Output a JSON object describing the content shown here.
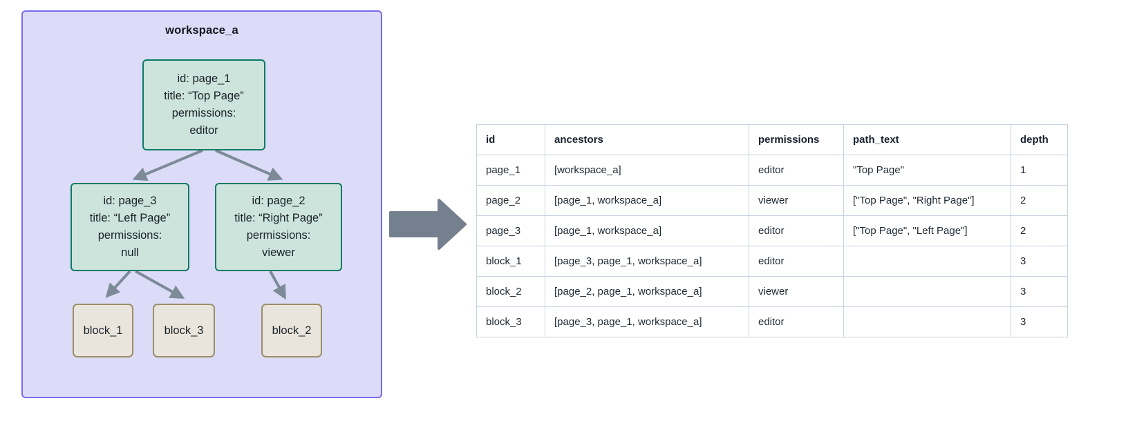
{
  "workspace": {
    "title": "workspace_a",
    "container_color": "#dcdcf8",
    "container_border_color": "#7b68ee",
    "page_node_fill": "#cde4dc",
    "page_node_border": "#0c7a62",
    "block_node_fill": "#e9e5dc",
    "block_node_border": "#9b8d68",
    "edge_color": "#7d8b99",
    "nodes": [
      {
        "key": "page_1",
        "type": "page",
        "lines": [
          "id: page_1",
          "title: “Top Page”",
          "permissions:",
          "editor"
        ]
      },
      {
        "key": "page_3",
        "type": "page",
        "lines": [
          "id: page_3",
          "title: “Left Page”",
          "permissions:",
          "null"
        ]
      },
      {
        "key": "page_2",
        "type": "page",
        "lines": [
          "id: page_2",
          "title: “Right Page”",
          "permissions:",
          "viewer"
        ]
      },
      {
        "key": "block_1",
        "type": "block",
        "lines": [
          "block_1"
        ]
      },
      {
        "key": "block_3",
        "type": "block",
        "lines": [
          "block_3"
        ]
      },
      {
        "key": "block_2",
        "type": "block",
        "lines": [
          "block_2"
        ]
      }
    ],
    "edges": [
      {
        "from": "page_1",
        "to": "page_3"
      },
      {
        "from": "page_1",
        "to": "page_2"
      },
      {
        "from": "page_3",
        "to": "block_1"
      },
      {
        "from": "page_3",
        "to": "block_3"
      },
      {
        "from": "page_2",
        "to": "block_2"
      }
    ]
  },
  "transition": {
    "arrow_color": "#74808d",
    "direction": "right"
  },
  "table": {
    "columns": [
      "id",
      "ancestors",
      "permissions",
      "path_text",
      "depth"
    ],
    "rows": [
      {
        "id": "page_1",
        "ancestors": "[workspace_a]",
        "permissions": "editor",
        "path_text": "\"Top Page\"",
        "depth": "1"
      },
      {
        "id": "page_2",
        "ancestors": "[page_1, workspace_a]",
        "permissions": "viewer",
        "path_text": "[\"Top Page\", \"Right Page\"]",
        "depth": "2"
      },
      {
        "id": "page_3",
        "ancestors": "[page_1, workspace_a]",
        "permissions": "editor",
        "path_text": "[\"Top Page\", \"Left Page\"]",
        "depth": "2"
      },
      {
        "id": "block_1",
        "ancestors": "[page_3, page_1, workspace_a]",
        "permissions": "editor",
        "path_text": "",
        "depth": "3"
      },
      {
        "id": "block_2",
        "ancestors": "[page_2, page_1, workspace_a]",
        "permissions": "viewer",
        "path_text": "",
        "depth": "3"
      },
      {
        "id": "block_3",
        "ancestors": "[page_3, page_1, workspace_a]",
        "permissions": "editor",
        "path_text": "",
        "depth": "3"
      }
    ]
  }
}
